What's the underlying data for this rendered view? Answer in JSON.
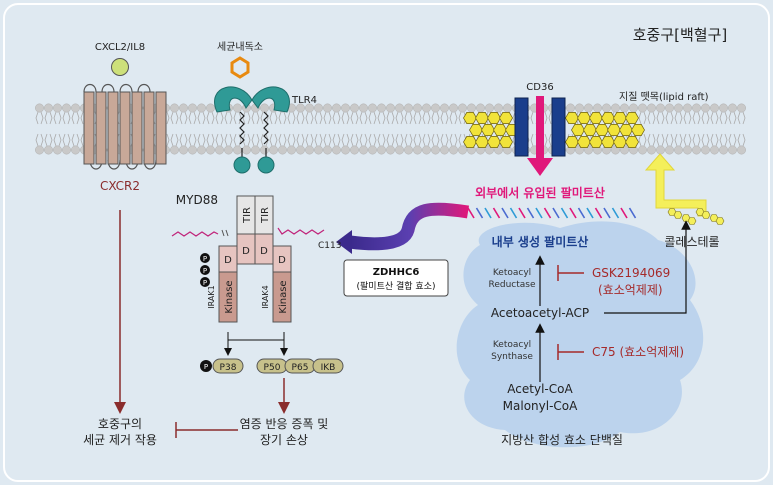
{
  "title": "호중구[백혈구]",
  "receptors": {
    "cxcl2": "CXCL2/IL8",
    "cxcr2": "CXCR2",
    "bacterial_toxin": "세균내독소",
    "tlr4": "TLR4",
    "cd36": "CD36",
    "lipid_raft": "지질 뗏목(lipid raft)"
  },
  "uptake": {
    "external_palmitate": "외부에서 유입된 팔미트산",
    "cholesterol": "콜레스테롤"
  },
  "signaling": {
    "myd88": "MYD88",
    "tir": "TIR",
    "dd": "D",
    "kinase": "Kinase",
    "phospho": "P",
    "irak1": "IRAK1",
    "irak4": "IRAK4",
    "c113": "C113",
    "p38": "P38",
    "p50": "P50",
    "p65": "P65",
    "ikb": "IKB",
    "zdhhc6_line1": "ZDHHC6",
    "zdhhc6_line2": "(팔미트산 결합 효소)"
  },
  "outcomes": {
    "clearance_line1": "호중구의",
    "clearance_line2": "세균 제거 작용",
    "inflammation_line1": "염증 반응 증폭 및",
    "inflammation_line2": "장기 손상"
  },
  "fas": {
    "internal_palmitate": "내부 생성 팔미트산",
    "ketoacyl_reductase_1": "Ketoacyl",
    "ketoacyl_reductase_2": "Reductase",
    "gsk_inhibitor_1": "GSK2194069",
    "gsk_inhibitor_2": "(효소억제제)",
    "acetoacetyl_acp": "Acetoacetyl-ACP",
    "ketoacyl_synthase_1": "Ketoacyl",
    "ketoacyl_synthase_2": "Synthase",
    "c75_inhibitor": "C75 (효소억제제)",
    "acetyl_coa": "Acetyl-CoA",
    "malonyl_coa": "Malonyl-CoA",
    "fas_protein": "지방산 합성 효소 단백질"
  },
  "colors": {
    "background": "#dfe9f1",
    "membrane_head": "#c9c9c9",
    "receptor_brown": "#c8a898",
    "tlr_teal": "#2f9a96",
    "cd36_blue": "#1a3e8c",
    "raft_yellow": "#f1e33a",
    "inhibitor_red": "#a52a2a",
    "palmitate_magenta": "#e0187a",
    "cholesterol_yellow": "#f4ef5a",
    "fas_cloud": "#b9d2ec",
    "complex_pink": "#e6c4c0",
    "kinase_brown": "#c99a8f",
    "pill_khaki": "#c7c18b"
  }
}
